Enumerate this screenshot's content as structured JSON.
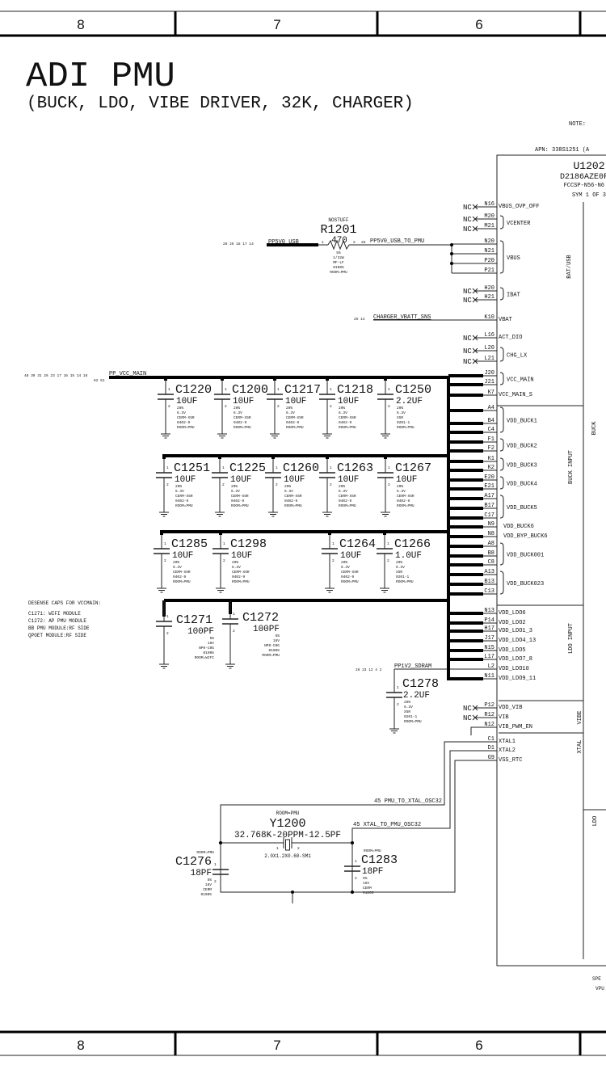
{
  "frame": {
    "columns": [
      "8",
      "7",
      "6"
    ]
  },
  "title": "ADI PMU",
  "subtitle": "(BUCK, LDO, VIBE DRIVER, 32K, CHARGER)",
  "note": "NOTE:",
  "apn": "APN: 338S1251 (A",
  "u1202": {
    "refdes": "U1202",
    "part": "D2186AZE0FJA",
    "package": "FCCSP-N56-N6",
    "sym": "SYM 1 OF 3"
  },
  "nc_label": "NC",
  "pins": [
    "N16",
    "M20",
    "M21",
    "N20",
    "N21",
    "P20",
    "P21",
    "H20",
    "H21",
    "K10",
    "L16",
    "L20",
    "L21",
    "J20",
    "J21",
    "K7",
    "A4",
    "B4",
    "C4",
    "F1",
    "F2",
    "K1",
    "K2",
    "E20",
    "E21",
    "A17",
    "B17",
    "C17",
    "N9",
    "N8",
    "A8",
    "B8",
    "C8",
    "A13",
    "B13",
    "C13",
    "N13",
    "P14",
    "H17",
    "J17",
    "N15",
    "L17",
    "L2",
    "N11",
    "P12",
    "R12",
    "N12",
    "C1",
    "D1",
    "G9"
  ],
  "nc_pins": [
    "N16",
    "M20",
    "M21",
    "H20",
    "H21",
    "L16",
    "L20",
    "L21",
    "P12",
    "R12"
  ],
  "signals": [
    {
      "name": "VBUS_OVP_OFF",
      "pins": [
        "N16"
      ]
    },
    {
      "name": "VCENTER",
      "pins": [
        "M20",
        "M21"
      ]
    },
    {
      "name": "VBUS",
      "pins": [
        "N20",
        "N21",
        "P20",
        "P21"
      ]
    },
    {
      "name": "IBAT",
      "pins": [
        "H20",
        "H21"
      ]
    },
    {
      "name": "VBAT",
      "pins": [
        "K10"
      ]
    },
    {
      "name": "ACT_DIO",
      "pins": [
        "L16"
      ]
    },
    {
      "name": "CHG_LX",
      "pins": [
        "L20",
        "L21"
      ]
    },
    {
      "name": "VCC_MAIN",
      "pins": [
        "J20",
        "J21"
      ]
    },
    {
      "name": "VCC_MAIN_S",
      "pins": [
        "K7"
      ]
    },
    {
      "name": "VDD_BUCK1",
      "pins": [
        "A4",
        "B4",
        "C4"
      ]
    },
    {
      "name": "VDD_BUCK2",
      "pins": [
        "F1",
        "F2"
      ]
    },
    {
      "name": "VDD_BUCK3",
      "pins": [
        "K1",
        "K2"
      ]
    },
    {
      "name": "VDD_BUCK4",
      "pins": [
        "E20",
        "E21"
      ]
    },
    {
      "name": "VDD_BUCK5",
      "pins": [
        "A17",
        "B17",
        "C17"
      ]
    },
    {
      "name": "VDD_BUCK6",
      "pins": [
        "N9"
      ]
    },
    {
      "name": "VDD_BYP_BUCK6",
      "pins": [
        "N8"
      ]
    },
    {
      "name": "VDD_BUCK001",
      "pins": [
        "A8",
        "B8",
        "C8"
      ]
    },
    {
      "name": "VDD_BUCK023",
      "pins": [
        "A13",
        "B13",
        "C13"
      ]
    },
    {
      "name": "VDD_LDO6",
      "pins": [
        "N13"
      ]
    },
    {
      "name": "VDD_LDO2",
      "pins": [
        "P14"
      ]
    },
    {
      "name": "VDD_LDO1_3",
      "pins": [
        "H17"
      ]
    },
    {
      "name": "VDD_LDO4_13",
      "pins": [
        "J17"
      ]
    },
    {
      "name": "VDD_LDO5",
      "pins": [
        "N15"
      ]
    },
    {
      "name": "VDD_LDO7_8",
      "pins": [
        "L17"
      ]
    },
    {
      "name": "VDD_LDO10",
      "pins": [
        "L2"
      ]
    },
    {
      "name": "VDD_LDO9_11",
      "pins": [
        "N11"
      ]
    },
    {
      "name": "VDD_VIB",
      "pins": [
        "P12"
      ]
    },
    {
      "name": "VIB",
      "pins": [
        "R12"
      ]
    },
    {
      "name": "VIB_PWM_EN",
      "pins": [
        "N12"
      ]
    },
    {
      "name": "XTAL1",
      "pins": [
        "C1"
      ]
    },
    {
      "name": "XTAL2",
      "pins": [
        "D1"
      ]
    },
    {
      "name": "VSS_RTC",
      "pins": [
        "G9"
      ]
    }
  ],
  "sections": [
    "BAT/USB",
    "BUCK",
    "BUCK INPUT",
    "LDO INPUT",
    "VIBE",
    "XTAL",
    "LDO"
  ],
  "r1201": {
    "stuff": "NOSTUFF",
    "ref": "R1201",
    "value": "470",
    "specs": [
      "5%",
      "1/32W",
      "MF-LF",
      "01005",
      "ROOM=PMU"
    ],
    "pin1": "1",
    "pin2": "2"
  },
  "nets": {
    "pp5v0_usb": {
      "name": "PP5V0_USB",
      "pages": "26 25 18 17 14"
    },
    "pp5v0_usb_to_pmu": {
      "name": "PP5V0_USB_TO_PMU",
      "pages": "26"
    },
    "charger_vbatt_sns": {
      "name": "CHARGER_VBATT_SNS",
      "pages": "25 14"
    },
    "pp_vcc_main": {
      "name": "PP_VCC_MAIN",
      "pages": "48 39 31 26 23 17 16 15 14 16",
      "pages2": "62 61"
    },
    "pp1v2_sdram": {
      "name": "PP1V2_SDRAM",
      "pages": "26 23 12 4 2"
    },
    "pmu_to_xtal": {
      "name": "45 PMU_TO_XTAL_OSC32"
    },
    "xtal_to_pmu": {
      "name": "45 XTAL_TO_PMU_OSC32"
    }
  },
  "caps": [
    {
      "ref": "C1220",
      "value": "10UF",
      "specs": [
        "20%",
        "6.3V",
        "CERM-X5R",
        "0402-9",
        "ROOM=PMU"
      ]
    },
    {
      "ref": "C1200",
      "value": "10UF",
      "specs": [
        "20%",
        "6.3V",
        "CERM-X5R",
        "0402-9",
        "ROOM=PMU"
      ]
    },
    {
      "ref": "C1217",
      "value": "10UF",
      "specs": [
        "20%",
        "6.3V",
        "CERM-X5R",
        "0402-9",
        "ROOM=PMU"
      ]
    },
    {
      "ref": "C1218",
      "value": "10UF",
      "specs": [
        "20%",
        "6.3V",
        "CERM-X5R",
        "0402-9",
        "ROOM=PMU"
      ]
    },
    {
      "ref": "C1250",
      "value": "2.2UF",
      "specs": [
        "20%",
        "6.3V",
        "X5R",
        "0201-1",
        "ROOM=PMU"
      ]
    },
    {
      "ref": "C1251",
      "value": "10UF",
      "specs": [
        "20%",
        "6.3V",
        "CERM-X5R",
        "0402-9",
        "ROOM=PMU"
      ]
    },
    {
      "ref": "C1225",
      "value": "10UF",
      "specs": [
        "20%",
        "6.3V",
        "CERM-X5R",
        "0402-9",
        "ROOM=PMU"
      ]
    },
    {
      "ref": "C1260",
      "value": "10UF",
      "specs": [
        "20%",
        "6.3V",
        "CERM-X5R",
        "0402-9",
        "ROOM=PMU"
      ]
    },
    {
      "ref": "C1263",
      "value": "10UF",
      "specs": [
        "20%",
        "6.3V",
        "CERM-X5R",
        "0402-9",
        "ROOM=PMU"
      ]
    },
    {
      "ref": "C1267",
      "value": "10UF",
      "specs": [
        "20%",
        "6.3V",
        "CERM-X5R",
        "0402-9",
        "ROOM=PMU"
      ]
    },
    {
      "ref": "C1285",
      "value": "10UF",
      "specs": [
        "20%",
        "6.3V",
        "CERM-X5R",
        "0402-9",
        "ROOM=PMU"
      ]
    },
    {
      "ref": "C1298",
      "value": "10UF",
      "specs": [
        "20%",
        "6.3V",
        "CERM-X5R",
        "0402-9",
        "ROOM=PMU"
      ]
    },
    {
      "ref": "C1264",
      "value": "10UF",
      "specs": [
        "20%",
        "6.3V",
        "CERM-X5R",
        "0402-9",
        "ROOM=PMU"
      ]
    },
    {
      "ref": "C1266",
      "value": "1.0UF",
      "specs": [
        "20%",
        "6.3V",
        "X5R",
        "0201-1",
        "ROOM=PMU"
      ]
    },
    {
      "ref": "C1271",
      "value": "100PF",
      "specs": [
        "5%",
        "16V",
        "NP0-C0G",
        "01005",
        "ROOM=WIFI"
      ]
    },
    {
      "ref": "C1272",
      "value": "100PF",
      "specs": [
        "5%",
        "16V",
        "NP0-C0G",
        "01005",
        "ROOM=PMU"
      ]
    },
    {
      "ref": "C1278",
      "value": "2.2UF",
      "specs": [
        "20%",
        "6.3V",
        "X5R",
        "0201-1",
        "ROOM=PMU"
      ]
    },
    {
      "ref": "C1276",
      "value": "18PF",
      "room": "ROOM=PMU",
      "specs": [
        "5%",
        "16V",
        "CERM",
        "01005"
      ]
    },
    {
      "ref": "C1283",
      "value": "18PF",
      "room": "ROOM=PMU",
      "specs": [
        "5%",
        "16V",
        "CERM",
        "01005"
      ]
    }
  ],
  "y1200": {
    "room": "ROOM=PMU",
    "ref": "Y1200",
    "value": "32.768K-20PPM-12.5PF",
    "package": "2.0X1.2X0.60-SM1",
    "pin1": "1",
    "pin2": "2"
  },
  "desense_notes": [
    "DESENSE CAPS FOR VCCMAIN:",
    "C1271: WIFI MODULE",
    "C1272: AP PMU  MODULE",
    "BB PMU  MODULE:RF SIDE",
    "QPOET  MODULE:RF SIDE"
  ],
  "footer_notes": [
    "SPE",
    "VPU"
  ]
}
